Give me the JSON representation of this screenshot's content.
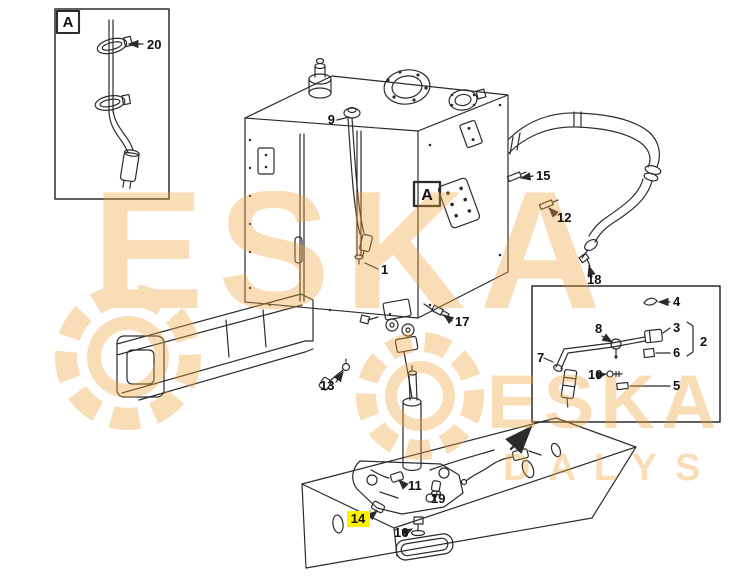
{
  "page": {
    "background": "#ffffff",
    "line_color": "#2b2b2b"
  },
  "watermark": {
    "brand": "ESKA",
    "subtitle": "DALYS",
    "color": "#EDA43B"
  },
  "highlight": {
    "color": "#FFF100"
  },
  "detail_labels": {
    "left_box": "A",
    "tank_marker": "A"
  },
  "callouts": {
    "n1": "1",
    "n2": "2",
    "n3": "3",
    "n4": "4",
    "n5": "5",
    "n6": "6",
    "n7": "7",
    "n8": "8",
    "n9": "9",
    "n10": "10",
    "n11": "11",
    "n12": "12",
    "n13": "13",
    "n14": "14",
    "n15": "15",
    "n16": "16",
    "n17": "17",
    "n18": "18",
    "n19": "19",
    "n20": "20"
  }
}
